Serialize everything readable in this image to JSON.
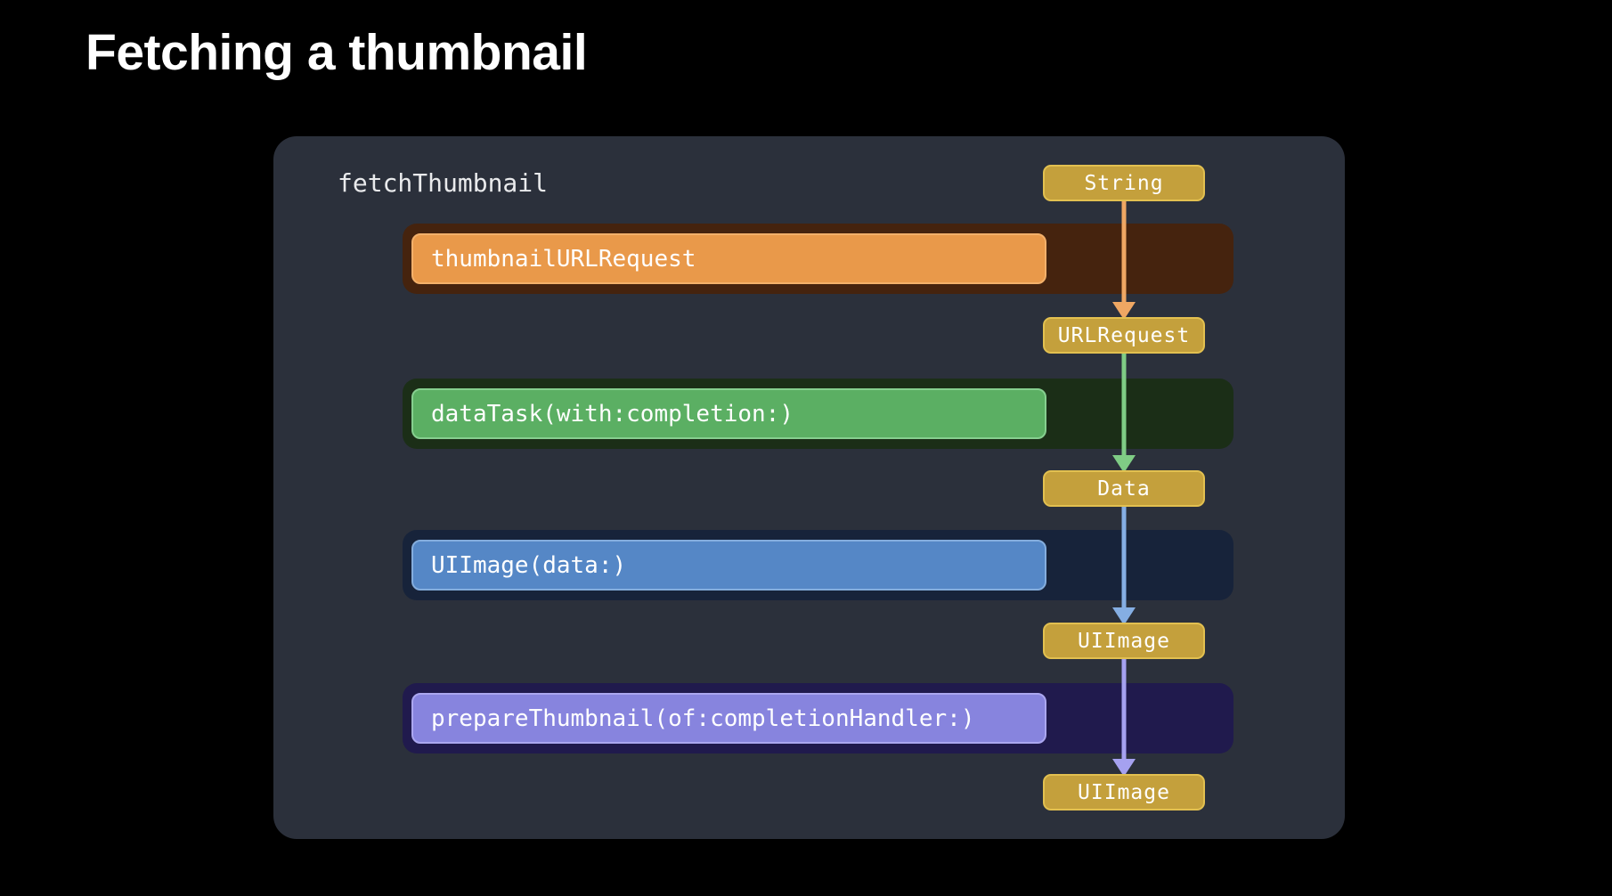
{
  "title": "Fetching a thumbnail",
  "diagram": {
    "function_label": "fetchThumbnail",
    "rows": [
      {
        "label": "thumbnailURLRequest"
      },
      {
        "label": "dataTask(with:completion:)"
      },
      {
        "label": "UIImage(data:)"
      },
      {
        "label": "prepareThumbnail(of:completionHandler:)"
      }
    ],
    "badges": [
      {
        "label": "String"
      },
      {
        "label": "URLRequest"
      },
      {
        "label": "Data"
      },
      {
        "label": "UIImage"
      },
      {
        "label": "UIImage"
      }
    ]
  },
  "colors": {
    "page-bg": "#000000",
    "title-text": "#FFFFFF",
    "panel-bg": "#2B303B",
    "code-text": "#E9EAEC",
    "badge-fill": "#C4A03C",
    "badge-border": "#E2C050",
    "badge-text": "#FFFFFF",
    "row1-track": "#45230E",
    "row1-bar": "#E9994A",
    "row1-border": "#F3B06A",
    "row1-arrow": "#EFA763",
    "row2-track": "#1B2E17",
    "row2-bar": "#5BAF63",
    "row2-border": "#86CF8F",
    "row2-arrow": "#7FCC85",
    "row3-track": "#17233A",
    "row3-bar": "#5587C6",
    "row3-border": "#84ADDD",
    "row3-arrow": "#85AEE3",
    "row4-track": "#201A4D",
    "row4-bar": "#8784DE",
    "row4-border": "#ABA7F0",
    "row4-arrow": "#A5A1F0"
  }
}
